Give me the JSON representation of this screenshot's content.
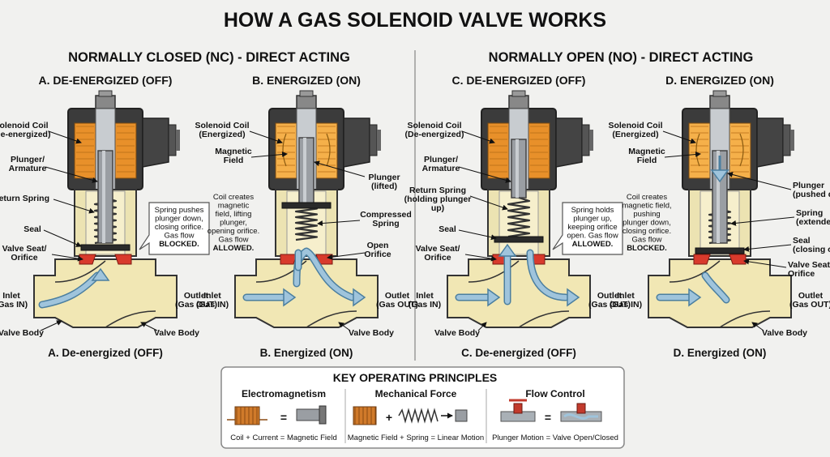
{
  "title": "HOW A GAS SOLENOID VALVE WORKS",
  "sections": {
    "nc": "NORMALLY CLOSED (NC) - DIRECT ACTING",
    "no": "NORMALLY OPEN (NO) - DIRECT ACTING"
  },
  "panels": [
    {
      "id": "a",
      "heading": "A. DE-ENERGIZED (OFF)",
      "caption": "A. De-energized (OFF)",
      "labels": {
        "coil": [
          "Solenoid Coil",
          "(De-energized)"
        ],
        "plunger": [
          "Plunger/",
          "Armature"
        ],
        "spring": [
          "Return Spring"
        ],
        "seal": [
          "Seal"
        ],
        "seat": [
          "Valve Seat/",
          "Orifice"
        ],
        "inlet": [
          "Inlet",
          "(Gas IN)"
        ],
        "outlet": [
          "Outlet",
          "(Gas OUT)"
        ],
        "body_left": "Valve Body",
        "body_right": "Valve Body"
      },
      "callout": [
        "Spring pushes",
        "plunger down,",
        "closing orifice.",
        "Gas flow",
        "BLOCKED."
      ]
    },
    {
      "id": "b",
      "heading": "B. ENERGIZED (ON)",
      "caption": "B. Energized (ON)",
      "labels": {
        "coil": [
          "Solenoid Coil",
          "(Energized)"
        ],
        "field": [
          "Magnetic",
          "Field"
        ],
        "plunger": [
          "Plunger",
          "(lifted)"
        ],
        "spring": [
          "Compressed",
          "Spring"
        ],
        "orifice": [
          "Open",
          "Orifice"
        ],
        "inlet": [
          "Inlet",
          "(Gas IN)"
        ],
        "outlet": [
          "Outlet",
          "(Gas OUT)"
        ],
        "body": "Valve Body"
      },
      "note": [
        "Coil creates",
        "magnetic",
        "field, lifting",
        "plunger,",
        "opening orifice.",
        "Gas flow",
        "ALLOWED."
      ]
    },
    {
      "id": "c",
      "heading": "C. DE-ENERGIZED (OFF)",
      "caption": "C. De-energized (OFF)",
      "labels": {
        "coil": [
          "Solenoid Coil",
          "(De-energized)"
        ],
        "plunger": [
          "Plunger/",
          "Armature"
        ],
        "spring": [
          "Return Spring",
          "(holding plunger",
          "up)"
        ],
        "seal": [
          "Seal"
        ],
        "seat": [
          "Valve Seat/",
          "Orifice"
        ],
        "inlet": [
          "Inlet",
          "(Gas IN)"
        ],
        "outlet": [
          "Outlet",
          "(Gas OUT)"
        ],
        "body": "Valve Body"
      },
      "callout": [
        "Spring holds",
        "plunger up,",
        "keeping orifice",
        "open. Gas flow",
        "ALLOWED."
      ]
    },
    {
      "id": "d",
      "heading": "D. ENERGIZED (ON)",
      "caption": "D. Energized (ON)",
      "labels": {
        "coil": [
          "Solenoid Coil",
          "(Energized)"
        ],
        "field": [
          "Magnetic",
          "Field"
        ],
        "plunger": [
          "Plunger",
          "(pushed down)"
        ],
        "spring": [
          "Spring",
          "(extended)"
        ],
        "seal": [
          "Seal",
          "(closing orifice)"
        ],
        "seat": [
          "Valve Seat/",
          "Orifice"
        ],
        "inlet": [
          "Inlet",
          "(Gas IN)"
        ],
        "outlet": [
          "Outlet",
          "(Gas OUT)"
        ],
        "body": "Valve Body"
      },
      "note": [
        "Coil creates",
        "magnetic field,",
        "pushing",
        "plunger down,",
        "closing orifice.",
        "Gas flow",
        "BLOCKED."
      ]
    }
  ],
  "principles": {
    "title": "KEY OPERATING PRINCIPLES",
    "items": [
      {
        "heading": "Electromagnetism",
        "caption": "Coil + Current = Magnetic Field"
      },
      {
        "heading": "Mechanical Force",
        "caption": "Magnetic Field + Spring = Linear Motion"
      },
      {
        "heading": "Flow Control",
        "caption": "Plunger Motion = Valve Open/Closed"
      }
    ],
    "symbols": {
      "equals": "=",
      "plus": "+"
    }
  },
  "colors": {
    "coil": "#e8902a",
    "coil_energized": "#f5b04a",
    "body": "#f1e7b4",
    "flow": "#9fc4dc",
    "seal": "#d83a2c",
    "dark": "#3b3b3b",
    "steel": "#9a9ea3"
  }
}
